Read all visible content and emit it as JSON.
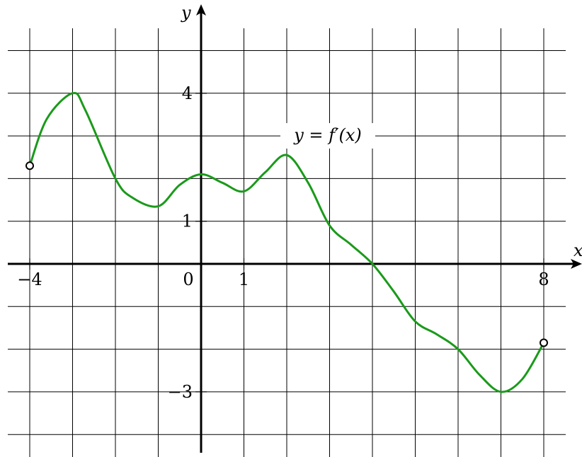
{
  "chart_data": {
    "type": "line",
    "title": "",
    "xlabel": "x",
    "ylabel": "y",
    "xlim": [
      -4,
      8
    ],
    "ylim": [
      -4,
      5
    ],
    "grid": true,
    "x_tick_labels": [
      {
        "value": -4,
        "label": "−4"
      },
      {
        "value": 0,
        "label": "0"
      },
      {
        "value": 1,
        "label": "1"
      },
      {
        "value": 8,
        "label": "8"
      }
    ],
    "y_tick_labels": [
      {
        "value": 4,
        "label": "4"
      },
      {
        "value": 1,
        "label": "1"
      },
      {
        "value": -3,
        "label": "−3"
      }
    ],
    "annotations": [
      {
        "text": "y = f′(x)"
      }
    ],
    "colors": {
      "curve": "#1a9a1a",
      "axes": "#000000",
      "grid": "#000000"
    },
    "series": [
      {
        "x": [
          -4,
          -3.6,
          -3,
          -2.7,
          -2,
          -1.6,
          -1,
          -0.5,
          0,
          0.5,
          1,
          1.5,
          2,
          2.5,
          3,
          3.5,
          4,
          4.5,
          5,
          5.5,
          6,
          6.5,
          7,
          7.5,
          8
        ],
        "y": [
          2.3,
          3.4,
          4,
          3.6,
          2,
          1.55,
          1.35,
          1.85,
          2.1,
          1.9,
          1.7,
          2.15,
          2.55,
          1.9,
          0.9,
          0.45,
          0,
          -0.65,
          -1.35,
          -1.65,
          -2.0,
          -2.6,
          -3,
          -2.7,
          -1.85
        ],
        "end_markers": "open"
      }
    ]
  }
}
